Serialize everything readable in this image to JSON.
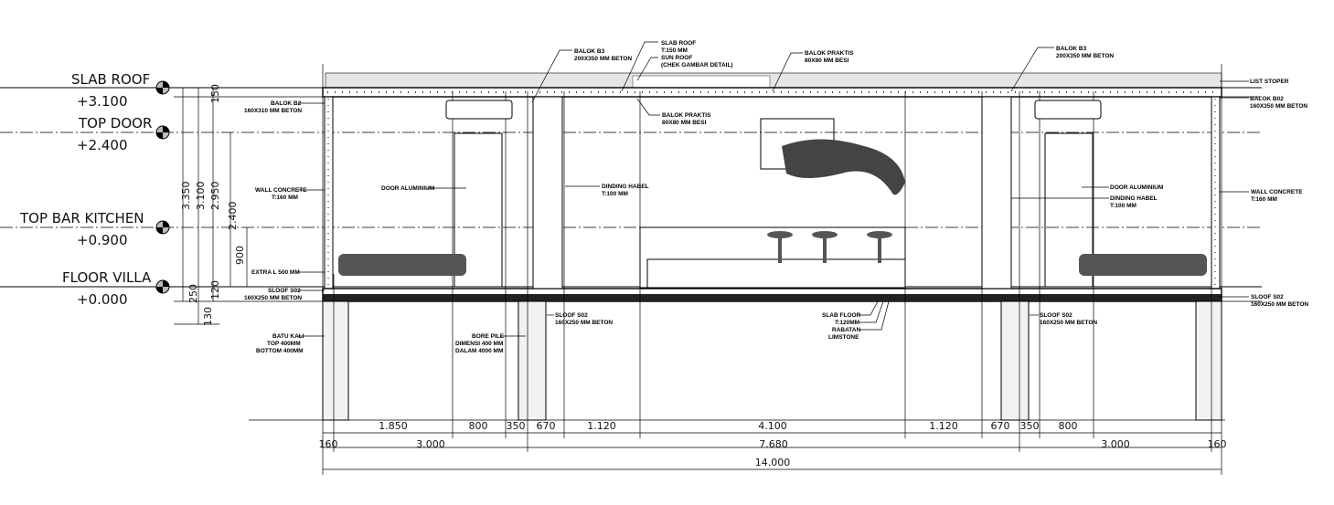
{
  "levels": [
    {
      "name": "SLAB ROOF",
      "value": "+3.100"
    },
    {
      "name": "TOP DOOR",
      "value": "+2.400"
    },
    {
      "name": "TOP BAR KITCHEN",
      "value": "+0.900"
    },
    {
      "name": "FLOOR VILLA",
      "value": "+0.000"
    }
  ],
  "vertical_dims": {
    "d3350": "3.350",
    "d3100": "3.100",
    "d2950": "2.950",
    "d2400": "2.400",
    "d900": "900",
    "d150": "150",
    "d250": "250",
    "d120": "120",
    "d130": "130"
  },
  "notes": {
    "balok_b3_left": [
      "BALOK B3",
      "200X350 MM BETON"
    ],
    "slab_roof": [
      "SLAB ROOF",
      "T:150 MM"
    ],
    "sun_roof": [
      "SUN ROOF",
      "(CHEK GAMBAR DETAIL)"
    ],
    "balok_praktis_top": [
      "BALOK PRAKTIS",
      "80X80 MM BESI"
    ],
    "balok_b3_right": [
      "BALOK B3",
      "200X350 MM BETON"
    ],
    "list_stoper": "LIST STOPER",
    "balok_b02": [
      "BALOK B02",
      "160X350 MM BETON"
    ],
    "balok_b2": [
      "BALOK B2",
      "160X310 MM BETON"
    ],
    "balok_praktis_mid": [
      "BALOK PRAKTIS",
      "80X80 MM BESI"
    ],
    "wall_left": [
      "WALL CONCRETE",
      "T:160 MM"
    ],
    "wall_right": [
      "WALL CONCRETE",
      "T:160 MM"
    ],
    "door_left": "DOOR ALUMINIUM",
    "dinding_left": [
      "DINDING HABEL",
      "T:100 MM"
    ],
    "door_right": "DOOR ALUMINIUM",
    "dinding_right": [
      "DINDING HABEL",
      "T:100 MM"
    ],
    "extra_l": "EXTRA L 500 MM",
    "sloof_left": [
      "SLOOF S02",
      "160X250 MM BETON"
    ],
    "sloof_right": [
      "SLOOF S02",
      "160X250 MM BETON"
    ],
    "sloof_mid_left": [
      "SLOOF S02",
      "160X250 MM BETON"
    ],
    "sloof_mid_right": [
      "SLOOF S02",
      "160X250 MM BETON"
    ],
    "batu_kali": [
      "BATU KALI",
      "TOP 400MM",
      "BOTTOM 400MM"
    ],
    "bore_pile": [
      "BORE PILE",
      "DIMENSI 400 MM",
      "DALAM 4000 MM"
    ],
    "slab_floor": [
      "SLAB FLOOR",
      "T:120MM",
      "RABATAN",
      "LIMSTONE"
    ]
  },
  "horizontal_dims": {
    "row1": [
      "1.850",
      "800",
      "350",
      "670",
      "1.120",
      "4.100",
      "1.120",
      "670",
      "350",
      "800"
    ],
    "row2": [
      "160",
      "3.000",
      "7.680",
      "3.000",
      "160"
    ],
    "total": "14.000"
  }
}
